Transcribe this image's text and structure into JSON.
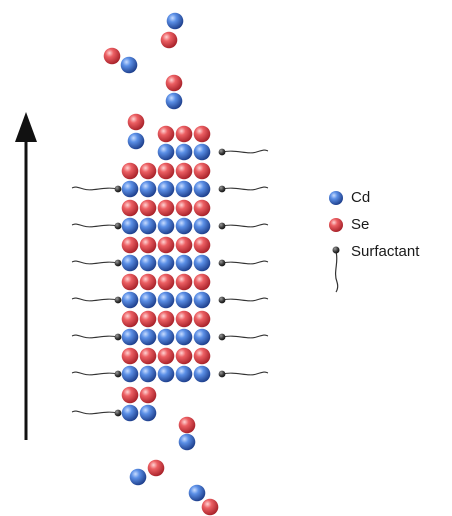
{
  "legend": {
    "items": [
      {
        "label": "Cd",
        "symbol": "cd-atom"
      },
      {
        "label": "Se",
        "symbol": "se-atom"
      },
      {
        "label": "Surfactant",
        "symbol": "surfactant-molecule"
      }
    ]
  },
  "colors": {
    "cd_atom": "#3a6fc9",
    "se_atom": "#e0454a",
    "surfactant_head": "#3a3a3a",
    "surfactant_tail": "#333333",
    "arrow": "#111111",
    "background": "#ffffff"
  },
  "icons": {
    "growth_arrow": "arrow-up-icon",
    "surfactant": "surfactant-icon"
  }
}
